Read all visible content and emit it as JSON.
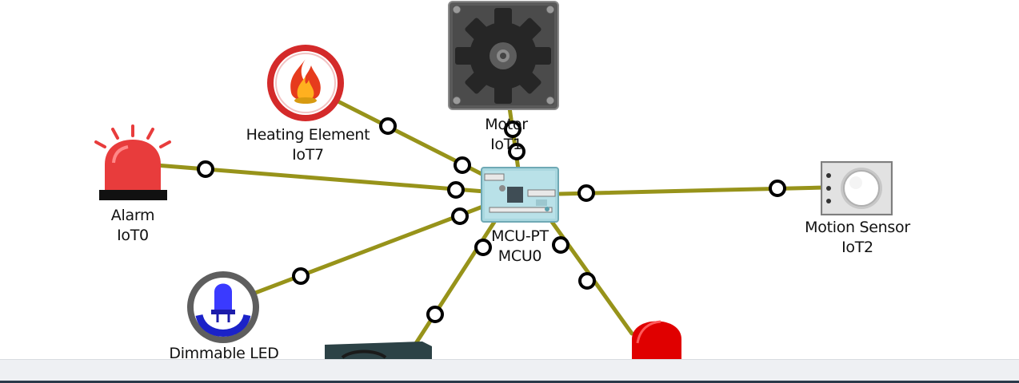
{
  "devices": {
    "motor": {
      "name": "Motor",
      "id": "IoT1"
    },
    "heating": {
      "name": "Heating Element",
      "id": "IoT7"
    },
    "alarm": {
      "name": "Alarm",
      "id": "IoT0"
    },
    "mcu": {
      "name": "MCU-PT",
      "id": "MCU0"
    },
    "motion": {
      "name": "Motion Sensor",
      "id": "IoT2"
    },
    "dimmable_led": {
      "name": "Dimmable LED"
    }
  },
  "colors": {
    "cable": "#97931a",
    "connector": "#000000",
    "alarm_red": "#e83c3c",
    "led_red": "#e00000",
    "mcu_teal": "#a9d7df"
  }
}
